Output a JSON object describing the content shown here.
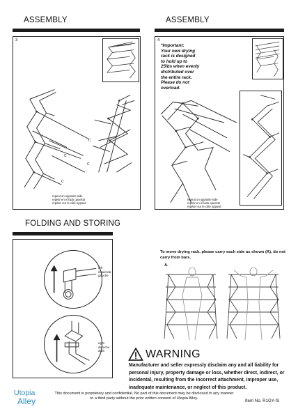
{
  "headings": {
    "assembly_left": "ASSEMBLY",
    "assembly_right": "ASSEMBLY",
    "folding": "FOLDING AND STORING"
  },
  "step3": {
    "number": "3",
    "c_labels": [
      "C",
      "C",
      "C",
      "C"
    ],
    "repeat_lines": [
      "repeat on opposite side",
      "repetir en el lado opuesto",
      "répéter sur le côté opposé"
    ]
  },
  "step4": {
    "number": "4",
    "note_lines": [
      "*Important:",
      "Your new drying",
      "rack is designed",
      "to hold up to",
      "25lbs when evenly",
      "distributed over",
      "the entire rack.",
      "Please do not",
      "overload."
    ],
    "repeat_lines": [
      "repeat on opposite side",
      "repetir en el lado opuesto",
      "répéter sur le côté opposé"
    ]
  },
  "folding": {
    "left_label": [
      "left",
      "izquierda",
      "gauche"
    ],
    "right_label": [
      "right",
      "derecho",
      "droit"
    ]
  },
  "carry": {
    "instruction": "To move drying rack, please carry each side as shown (A), do not carry from bars.",
    "label_a": "A."
  },
  "warning": {
    "title": "WARNING",
    "text": "Manufacturer and seller expressly disclaim any and all liability for personal injury, property damage or loss, whether direct, indirect, or incidental, resulting from the incorrect attachment, improper use, inadequate maintenance, or neglect of this product."
  },
  "footer": {
    "logo_line1": "Utopia",
    "logo_line2": "Alley",
    "notice": "This document is proprietary and confidential. No part of this document may be disclosed in any manner to a third party without the prior written consent of Utopia Alley.",
    "item_no": "Item No.  R1GY-IS"
  },
  "colors": {
    "ink": "#111111",
    "bar": "#1a1a1a",
    "brand": "#2d8fc0"
  },
  "icons": [
    "warning-triangle-icon",
    "arrow-up-icon",
    "utopia-alley-logo"
  ]
}
